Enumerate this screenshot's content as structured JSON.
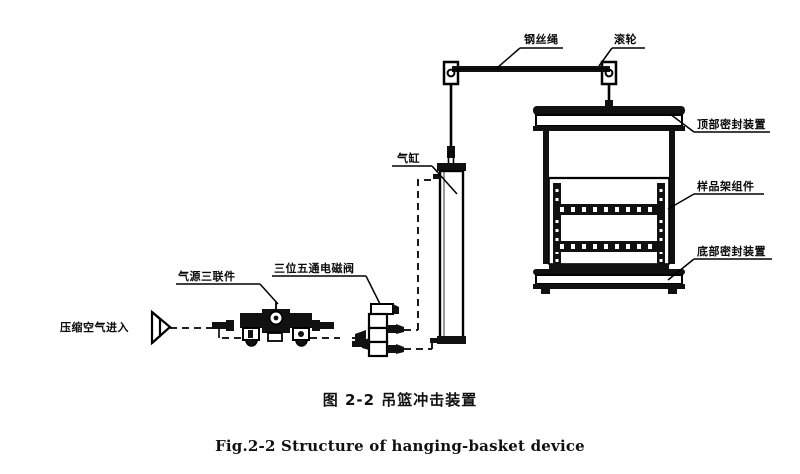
{
  "figure": {
    "caption_cn": "图 2-2 吊篮冲击装置",
    "caption_en": "Fig.2-2 Structure of hanging-basket device"
  },
  "labels": {
    "wire_rope": "钢丝绳",
    "roller": "滚轮",
    "top_seal": "顶部密封装置",
    "sample_rack": "样品架组件",
    "bottom_seal": "底部密封装置",
    "cylinder": "气缸",
    "solenoid_valve": "三位五通电磁阀",
    "frl_unit": "气源三联件",
    "air_inlet": "压缩空气进入"
  },
  "colors": {
    "line": "#000000",
    "background": "#ffffff",
    "fill_dark": "#1a1a1a",
    "fill_light": "#ffffff"
  },
  "components": {
    "pulley_left": "pulley-left",
    "pulley_right": "pulley-right",
    "vessel": "pressure-vessel",
    "rack_shelf_upper": "sample-rack-upper",
    "rack_shelf_lower": "sample-rack-lower",
    "piping": "pneumatic-tubing"
  }
}
